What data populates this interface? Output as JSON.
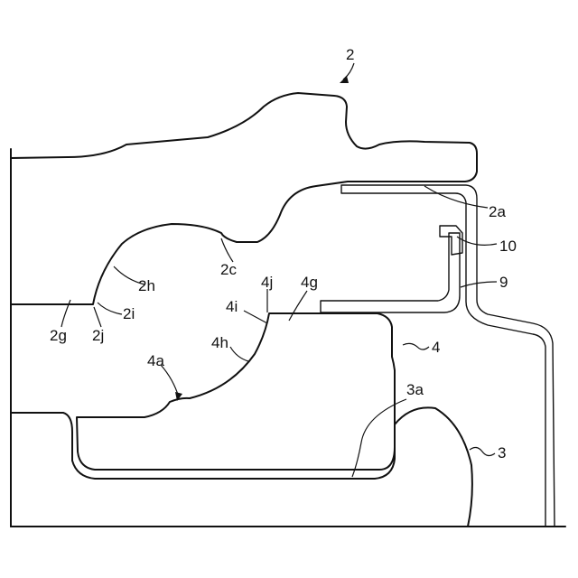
{
  "figure": {
    "labels": {
      "ref_2": "2",
      "ref_2a": "2a",
      "ref_10": "10",
      "ref_9": "9",
      "ref_2h": "2h",
      "ref_2c": "2c",
      "ref_4j": "4j",
      "ref_4g": "4g",
      "ref_2i": "2i",
      "ref_2g": "2g",
      "ref_2j": "2j",
      "ref_4i": "4i",
      "ref_4h": "4h",
      "ref_4": "4",
      "ref_4a": "4a",
      "ref_3a": "3a",
      "ref_3": "3"
    }
  }
}
